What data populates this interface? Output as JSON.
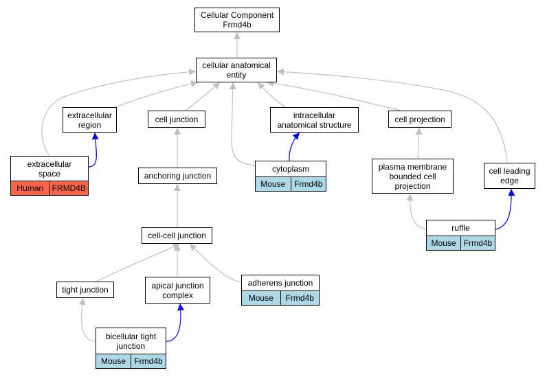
{
  "colors": {
    "is_a_edge": "#c0c0c0",
    "part_of_edge": "#0000ff",
    "mouse_annotation": "#add8e6",
    "human_annotation": "#fa6449",
    "node_border": "#000000"
  },
  "nodes": {
    "root": {
      "label": "Cellular Component\nFrmd4b"
    },
    "cae": {
      "label": "cellular anatomical\nentity"
    },
    "ecr": {
      "label": "extracellular\nregion"
    },
    "cj": {
      "label": "cell junction"
    },
    "ias": {
      "label": "intracellular\nanatomical structure"
    },
    "cp": {
      "label": "cell projection"
    },
    "ecs": {
      "label": "extracellular\nspace",
      "species": "Human",
      "gene": "FRMD4B"
    },
    "aj": {
      "label": "anchoring junction"
    },
    "cyto": {
      "label": "cytoplasm",
      "species": "Mouse",
      "gene": "Frmd4b"
    },
    "pmbcp": {
      "label": "plasma membrane\nbounded cell\nprojection"
    },
    "cle": {
      "label": "cell leading\nedge"
    },
    "ccj": {
      "label": "cell-cell junction"
    },
    "ruffle": {
      "label": "ruffle",
      "species": "Mouse",
      "gene": "Frmd4b"
    },
    "tj": {
      "label": "tight junction"
    },
    "ajc": {
      "label": "apical junction\ncomplex"
    },
    "adj": {
      "label": "adherens junction",
      "species": "Mouse",
      "gene": "Frmd4b"
    },
    "btj": {
      "label": "bicellular tight\njunction",
      "species": "Mouse",
      "gene": "Frmd4b"
    }
  },
  "edges": [
    {
      "from": "cae",
      "to": "root",
      "type": "is_a"
    },
    {
      "from": "ecr",
      "to": "cae",
      "type": "is_a"
    },
    {
      "from": "cj",
      "to": "cae",
      "type": "is_a"
    },
    {
      "from": "ias",
      "to": "cae",
      "type": "is_a"
    },
    {
      "from": "cp",
      "to": "cae",
      "type": "is_a"
    },
    {
      "from": "ecs",
      "to": "cae",
      "type": "is_a"
    },
    {
      "from": "cyto",
      "to": "cae",
      "type": "is_a"
    },
    {
      "from": "cle",
      "to": "cae",
      "type": "is_a"
    },
    {
      "from": "ecs",
      "to": "ecr",
      "type": "part_of"
    },
    {
      "from": "aj",
      "to": "cj",
      "type": "is_a"
    },
    {
      "from": "cyto",
      "to": "ias",
      "type": "part_of"
    },
    {
      "from": "pmbcp",
      "to": "cp",
      "type": "is_a"
    },
    {
      "from": "ccj",
      "to": "aj",
      "type": "is_a"
    },
    {
      "from": "ruffle",
      "to": "pmbcp",
      "type": "is_a"
    },
    {
      "from": "ruffle",
      "to": "cle",
      "type": "part_of"
    },
    {
      "from": "tj",
      "to": "ccj",
      "type": "is_a"
    },
    {
      "from": "ajc",
      "to": "ccj",
      "type": "is_a"
    },
    {
      "from": "adj",
      "to": "ccj",
      "type": "is_a"
    },
    {
      "from": "btj",
      "to": "tj",
      "type": "is_a"
    },
    {
      "from": "btj",
      "to": "ajc",
      "type": "part_of"
    }
  ]
}
